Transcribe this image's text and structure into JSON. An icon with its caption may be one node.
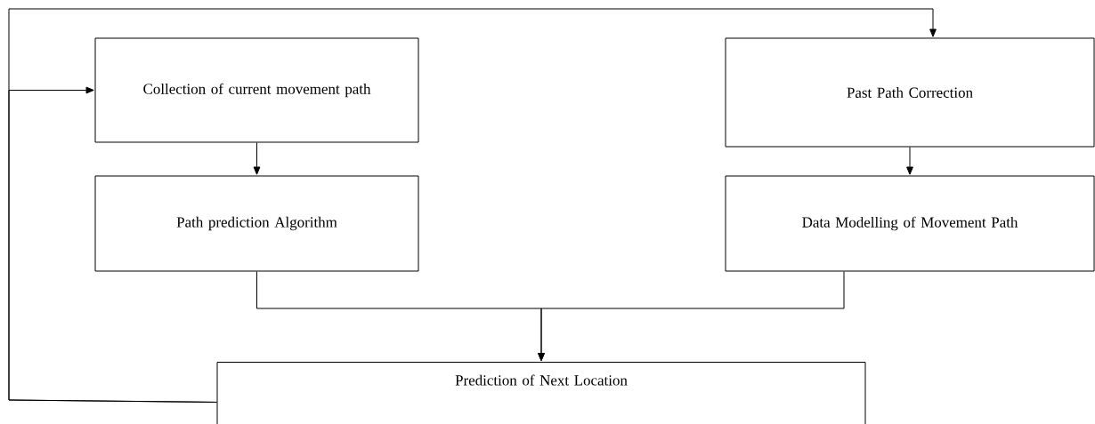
{
  "diagram": {
    "nodes": [
      {
        "text": [
          "Collection of current movement path"
        ]
      },
      {
        "text": [
          "Past Path Correction"
        ]
      },
      {
        "text": [
          "Path prediction Algorithm"
        ]
      },
      {
        "text": [
          "Data Modelling of Movement Path"
        ]
      },
      {
        "text": [
          "Prediction of Next Location"
        ]
      }
    ],
    "edges": [
      {
        "from": 0,
        "to": 2,
        "arrow": "to"
      },
      {
        "from": 1,
        "to": 3,
        "arrow": "to"
      },
      {
        "from": 2,
        "to": 4,
        "arrow": "to"
      },
      {
        "from": 3,
        "to": 4,
        "arrow": "to"
      },
      {
        "from": 4,
        "to": 0,
        "arrow": "to"
      },
      {
        "from": 4,
        "to": 1,
        "arrow": "to"
      }
    ]
  }
}
